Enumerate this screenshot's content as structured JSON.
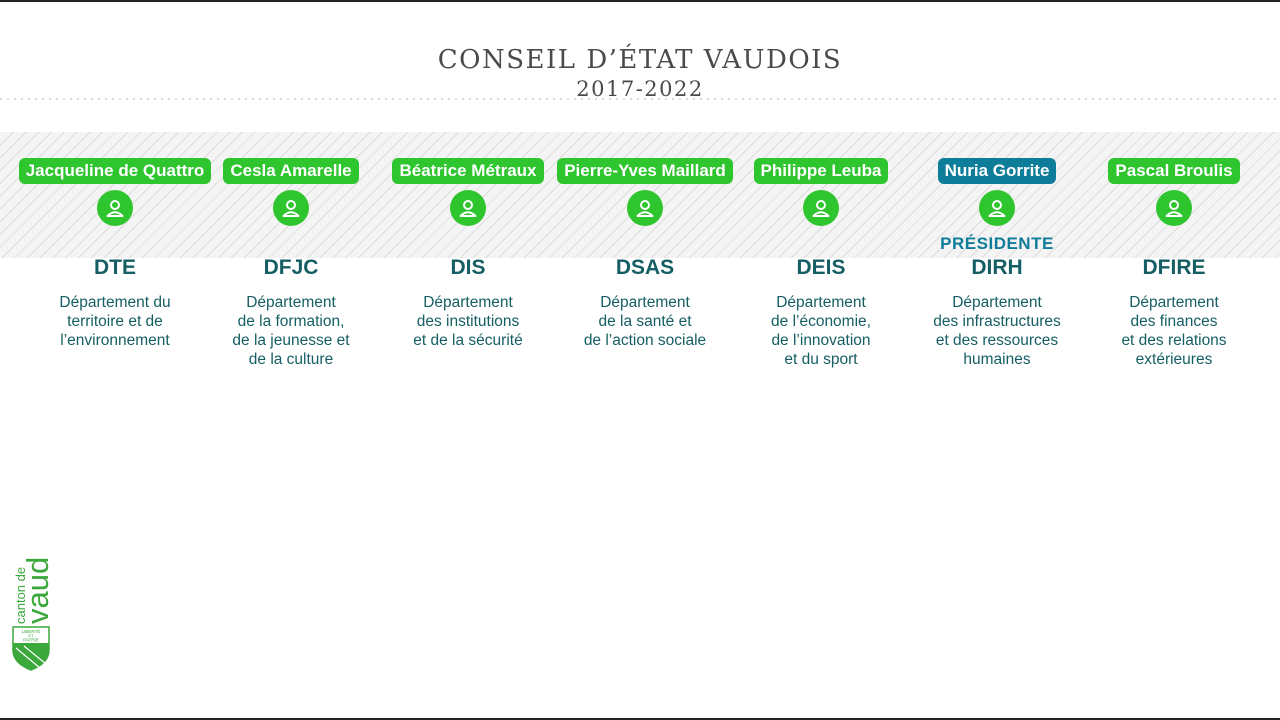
{
  "header": {
    "title": "CONSEIL D’ÉTAT VAUDOIS",
    "years": "2017-2022"
  },
  "members": [
    {
      "name": "Jacqueline de Quattro",
      "code": "DTE",
      "department": "Département du\nterritoire et de\nl’environnement",
      "role": "",
      "color": "#2ec52e"
    },
    {
      "name": "Cesla Amarelle",
      "code": "DFJC",
      "department": "Département\nde la formation,\nde la jeunesse et\nde la culture",
      "role": "",
      "color": "#2ec52e"
    },
    {
      "name": "Béatrice Métraux",
      "code": "DIS",
      "department": "Département\ndes institutions\net de la sécurité",
      "role": "",
      "color": "#2ec52e"
    },
    {
      "name": "Pierre-Yves Maillard",
      "code": "DSAS",
      "department": "Département\nde la santé et\nde l’action sociale",
      "role": "",
      "color": "#2ec52e"
    },
    {
      "name": "Philippe Leuba",
      "code": "DEIS",
      "department": "Département\nde l’économie,\nde l’innovation\net du sport",
      "role": "",
      "color": "#2ec52e"
    },
    {
      "name": "Nuria Gorrite",
      "code": "DIRH",
      "department": "Département\ndes infrastructures\net des ressources\nhumaines",
      "role": "PRÉSIDENTE",
      "color": "#0e7d9a"
    },
    {
      "name": "Pascal Broulis",
      "code": "DFIRE",
      "department": "Département\ndes finances\net des relations\nextérieures",
      "role": "",
      "color": "#2ec52e"
    }
  ],
  "icons": {
    "person": "person-icon",
    "logo": "canton-de-vaud-logo"
  },
  "logo": {
    "line1": "canton de",
    "line2": "vaud",
    "motto1": "LIBERTÉ",
    "motto2": "ET",
    "motto3": "PATRIE"
  },
  "colors": {
    "accent_green": "#2ec52e",
    "president_blue": "#0e7d9a",
    "text_teal": "#155e63"
  }
}
